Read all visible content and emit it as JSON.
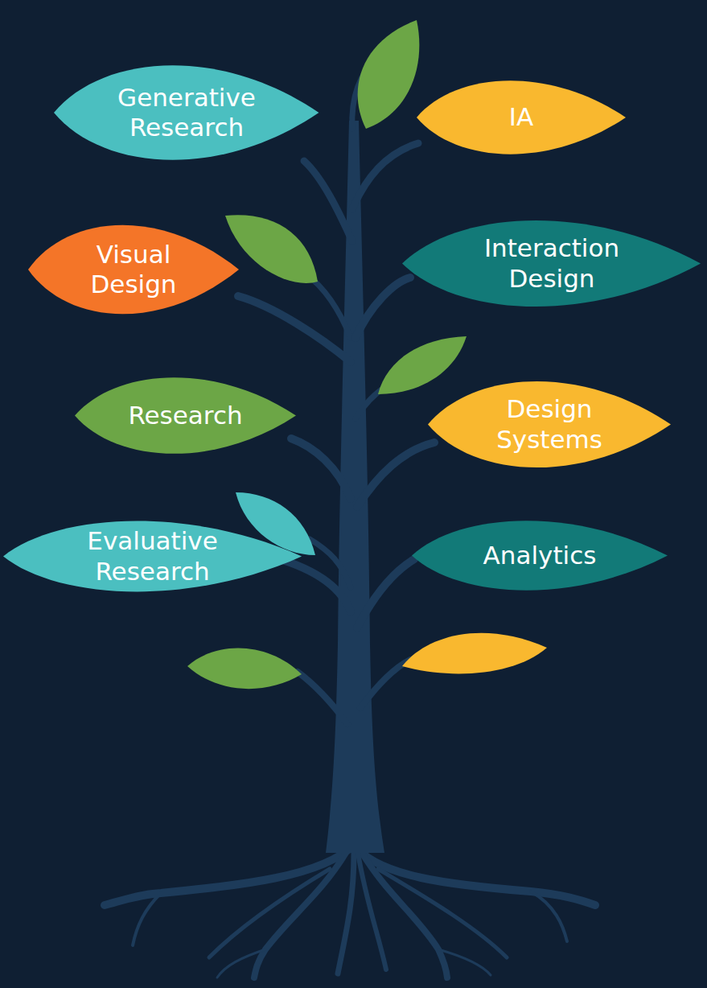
{
  "diagram": {
    "nodes": [
      {
        "text": [
          "Generative Research"
        ]
      },
      {
        "text": [
          "IA"
        ]
      },
      {
        "text": [
          "Visual Design"
        ]
      },
      {
        "text": [
          "Interaction Design"
        ]
      },
      {
        "text": [
          "Research"
        ]
      },
      {
        "text": [
          "Design Systems"
        ]
      },
      {
        "text": [
          "Evaluative Research"
        ]
      },
      {
        "text": [
          "Analytics"
        ]
      }
    ]
  }
}
